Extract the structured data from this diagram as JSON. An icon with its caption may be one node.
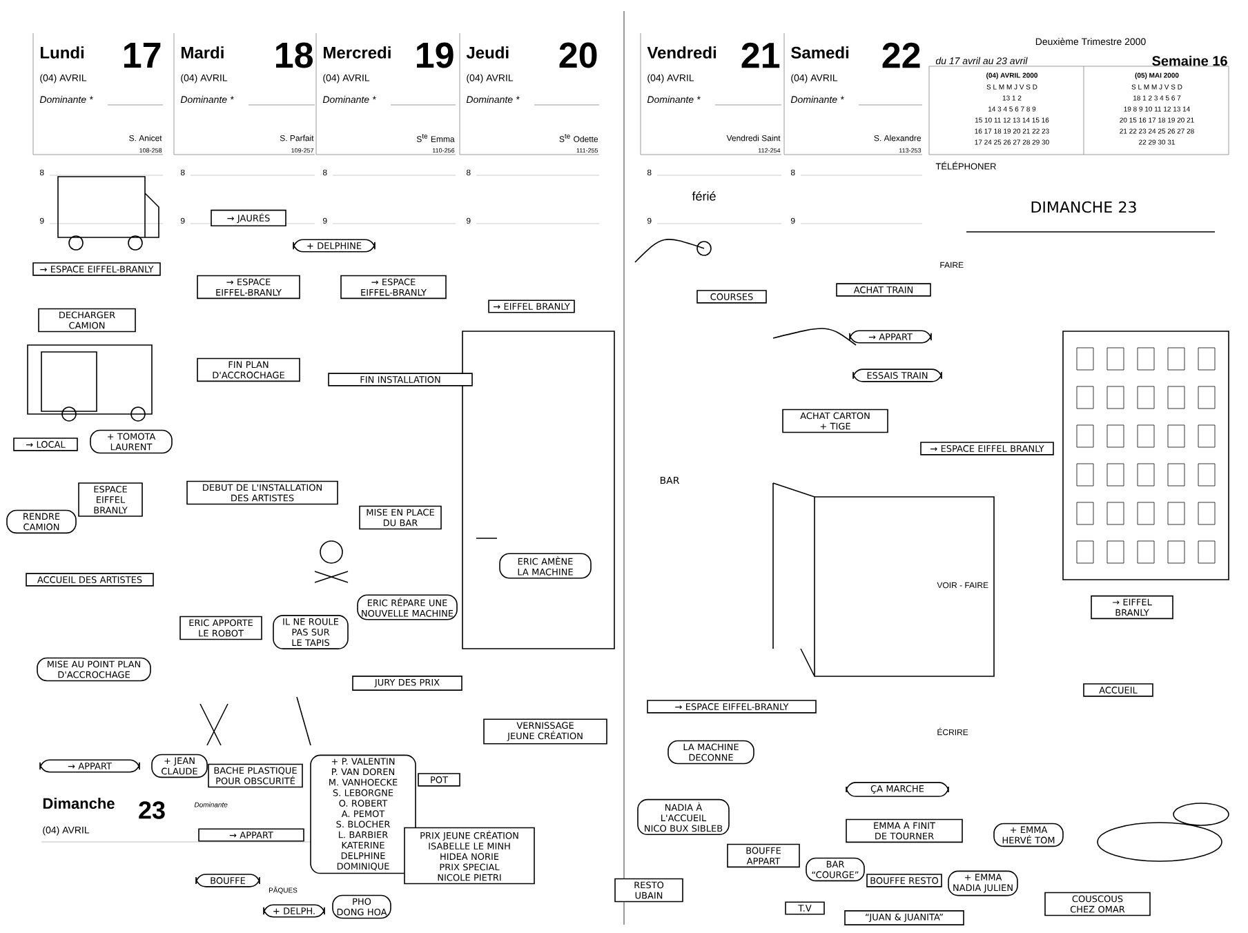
{
  "diagram": {
    "nodes": [
      {
        "text": [
          "→ ESPACE EIFFEL-BRANLY"
        ]
      },
      {
        "text": [
          "DECHARGER CAMION"
        ]
      },
      {
        "text": [
          "→ LOCAL"
        ]
      },
      {
        "text": [
          "+ TOMOTA LAURENT"
        ]
      },
      {
        "text": [
          "RENDRE CAMION"
        ]
      },
      {
        "text": [
          "ESPACE EIFFEL BRANLY"
        ]
      },
      {
        "text": [
          "ACCUEIL DES ARTISTES"
        ]
      },
      {
        "text": [
          "MISE AU POINT PLAN D'ACCROCHAGE"
        ]
      },
      {
        "text": [
          "→ APPART"
        ]
      },
      {
        "text": [
          "→ JAURÉS"
        ]
      },
      {
        "text": [
          "+ DELPHINE"
        ]
      },
      {
        "text": [
          "→ ESPACE EIFFEL-BRANLY"
        ]
      },
      {
        "text": [
          "FIN PLAN D'ACCROCHAGE"
        ]
      },
      {
        "text": [
          "DEBUT DE L'INSTALLATION DES ARTISTES"
        ]
      },
      {
        "text": [
          "ERIC APPORTE LE ROBOT"
        ]
      },
      {
        "text": [
          "IL NE ROULE PAS SUR LE TAPIS"
        ]
      },
      {
        "text": [
          "+ JEAN CLAUDE"
        ]
      },
      {
        "text": [
          "BACHE PLASTIQUE POUR OBSCURITÉ"
        ]
      },
      {
        "text": [
          "→ APPART"
        ]
      },
      {
        "text": [
          "BOUFFE"
        ]
      },
      {
        "text": [
          "→ ESPACE EIFFEL-BRANLY"
        ]
      },
      {
        "text": [
          "FIN INSTALLATION"
        ]
      },
      {
        "text": [
          "MISE EN PLACE DU BAR"
        ]
      },
      {
        "text": [
          "ERIC RÉPARE UNE NOUVELLE MACHINE"
        ]
      },
      {
        "text": [
          "JURY DES PRIX"
        ]
      },
      {
        "text": [
          "+ P. VALENTIN",
          "P. VAN DOREN",
          "M. VANHOECKE",
          "S. LEBORGNE",
          "O. ROBERT",
          "A. PEMOT",
          "S. BLOCHER",
          "L. BARBIER",
          "KATERINE",
          "DELPHINE",
          "DOMINIQUE"
        ]
      },
      {
        "text": [
          "POT"
        ]
      },
      {
        "text": [
          "PHO",
          "DONG HOA"
        ]
      },
      {
        "text": [
          "+ DELPH."
        ]
      },
      {
        "text": [
          "PRIX JEUNE CRÉATION",
          "ISABELLE LE MINH",
          "HIDEA NORIE",
          "PRIX SPECIAL",
          "NICOLE PIETRI"
        ]
      },
      {
        "text": [
          "ERIC AMÈNE LA MACHINE"
        ]
      },
      {
        "text": [
          "→ EIFFEL BRANLY"
        ]
      },
      {
        "text": [
          "VERNISSAGE JEUNE CRÉATION"
        ]
      },
      {
        "text": [
          "COURSES"
        ]
      },
      {
        "text": [
          "ACHAT TRAIN"
        ]
      },
      {
        "text": [
          "→ APPART"
        ]
      },
      {
        "text": [
          "ESSAIS TRAIN"
        ]
      },
      {
        "text": [
          "ACHAT CARTON + TIGE"
        ]
      },
      {
        "text": [
          "→ ESPACE EIFFEL BRANLY"
        ]
      },
      {
        "text": [
          "→ ESPACE EIFFEL-BRANLY"
        ]
      },
      {
        "text": [
          "LA MACHINE DECONNE"
        ]
      },
      {
        "text": [
          "NADIA À L'ACCUEIL",
          "NICO BUX SIBLEB"
        ]
      },
      {
        "text": [
          "RESTO",
          "UBAIN"
        ]
      },
      {
        "text": [
          "BOUFFE APPART"
        ]
      },
      {
        "text": [
          "T.V"
        ]
      },
      {
        "text": [
          "BAR",
          "“COURGE”"
        ]
      },
      {
        "text": [
          "ÇA MARCHE"
        ]
      },
      {
        "text": [
          "EMMA A FINIT DE TOURNER"
        ]
      },
      {
        "text": [
          "BOUFFE RESTO"
        ]
      },
      {
        "text": [
          "“JUAN & JUANITA”"
        ]
      },
      {
        "text": [
          "+ EMMA NADIA JULIEN"
        ]
      },
      {
        "text": [
          "DIMANCHE 23"
        ]
      },
      {
        "text": [
          "→ EIFFEL BRANLY"
        ]
      },
      {
        "text": [
          "ACCUEIL"
        ]
      },
      {
        "text": [
          "+ EMMA HERVÉ TOM"
        ]
      },
      {
        "text": [
          "COUSCOUS CHEZ OMAR"
        ]
      }
    ],
    "labels": [
      "Lundi",
      "17",
      "(04) AVRIL",
      "Dominante *",
      "S. Anicet",
      "108-258",
      "Mardi",
      "18",
      "(04) AVRIL",
      "Dominante *",
      "S. Parfait",
      "109-257",
      "Mercredi",
      "19",
      "(04) AVRIL",
      "Dominante *",
      "S$^{te}$ Emma",
      "110-256",
      "Jeudi",
      "20",
      "(04) AVRIL",
      "Dominante *",
      "S$^{te}$ Odette",
      "111-255",
      "Vendredi",
      "21",
      "(04) AVRIL",
      "Dominante *",
      "Vendredi Saint",
      "112-254",
      "Samedi",
      "22",
      "(04) AVRIL",
      "Dominante *",
      "S. Alexandre",
      "113-253",
      "Deuxième Trimestre 2000",
      "du 17 avril au 23 avril",
      "Semaine 16",
      "(04) AVRIL 2000",
      "S L M M J V S D",
      "13 1 2",
      "14 3 4 5 6 7 8 9",
      "15 10 11 12 13 14 15 16",
      "16 17 18 19 20 21 22 23",
      "17 24 25 26 27 28 29 30",
      "(05) MAI 2000",
      "S L M M J V S D",
      "18 1 2 3 4 5 6 7",
      "19 8 9 10 11 12 13 14",
      "20 15 16 17 18 19 20 21",
      "21 22 23 24 25 26 27 28",
      "22 29 30 31",
      "TÉLÉPHONER",
      "férié",
      "FAIRE",
      "VOIR - FAIRE",
      "ÉCRIRE",
      "BAR",
      "Dimanche",
      "23",
      "(04) AVRIL",
      "Dominante",
      "PÂQUES",
      "8",
      "9",
      "8",
      "9",
      "8",
      "9",
      "8",
      "9",
      "8",
      "9",
      "8",
      "9"
    ]
  }
}
